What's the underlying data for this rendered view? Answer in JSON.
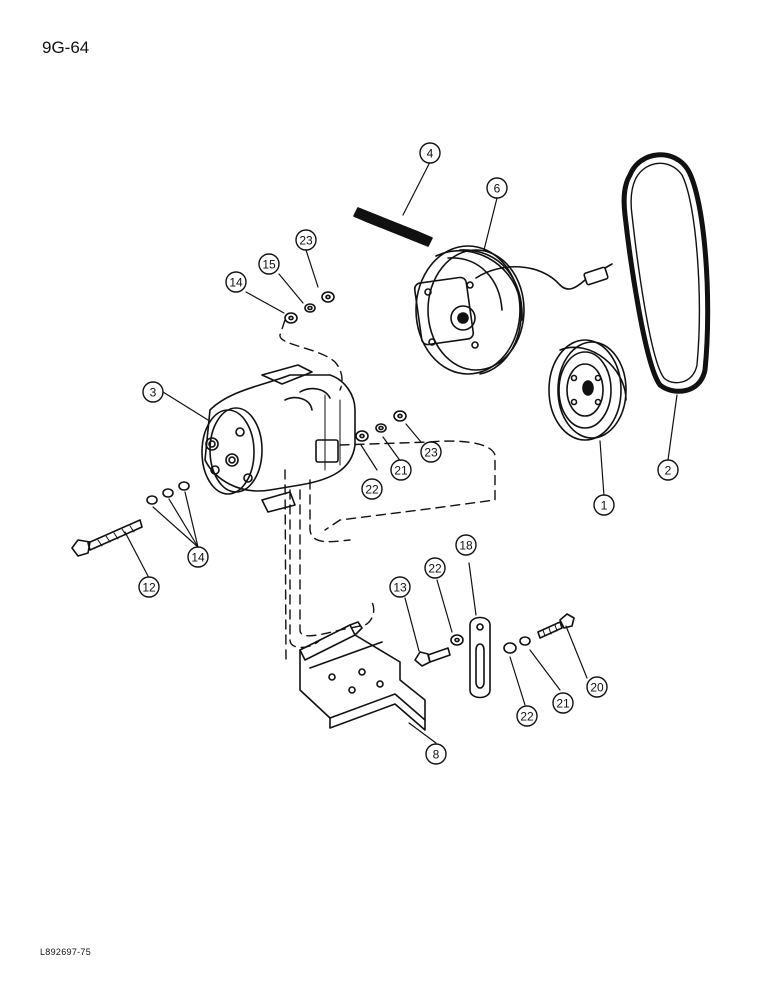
{
  "page_code": "9G-64",
  "figure_id": "L892697-75",
  "callouts": [
    "4",
    "6",
    "23",
    "15",
    "14",
    "3",
    "22",
    "21",
    "23",
    "1",
    "2",
    "14",
    "12",
    "13",
    "22",
    "18",
    "20",
    "22",
    "21",
    "8"
  ],
  "colors": {
    "ink": "#111111",
    "paper": "#ffffff"
  }
}
